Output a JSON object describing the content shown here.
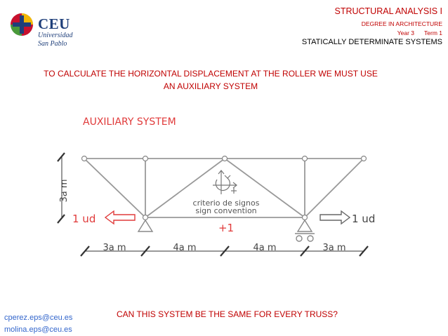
{
  "logo": {
    "name": "CEU",
    "line1": "Universidad",
    "line2": "San Pablo",
    "colors": {
      "red": "#c8102e",
      "yellow": "#f2b705",
      "blue": "#1f3f7a",
      "green": "#4a9a3a"
    }
  },
  "header": {
    "title": "STRUCTURAL ANALYSIS I",
    "degree": "DEGREE IN ARCHITECTURE",
    "year": "Year 3",
    "term": "Term 1",
    "systems": "STATICALLY DETERMINATE SYSTEMS"
  },
  "intro": {
    "line1": "TO CALCULATE THE HORIZONTAL DISPLACEMENT AT THE ROLLER WE MUST USE",
    "line2": "AN AUXILIARY SYSTEM"
  },
  "figure": {
    "heading": "AUXILIARY SYSTEM",
    "height_label": "3a m",
    "left_load": "1 ud",
    "right_load": "1 ud",
    "member_label": "+1",
    "convention_line1": "criterio de signos",
    "convention_line2": "sign convention",
    "spans": [
      "3a m",
      "4a m",
      "4a m",
      "3a m"
    ],
    "colors": {
      "structure": "#999999",
      "text": "#555555",
      "load_red": "#e03a3a"
    }
  },
  "footer": {
    "email1": "cperez.eps@ceu.es",
    "email2": "molina.eps@ceu.es",
    "question": "CAN THIS SYSTEM BE THE SAME FOR EVERY TRUSS?"
  }
}
